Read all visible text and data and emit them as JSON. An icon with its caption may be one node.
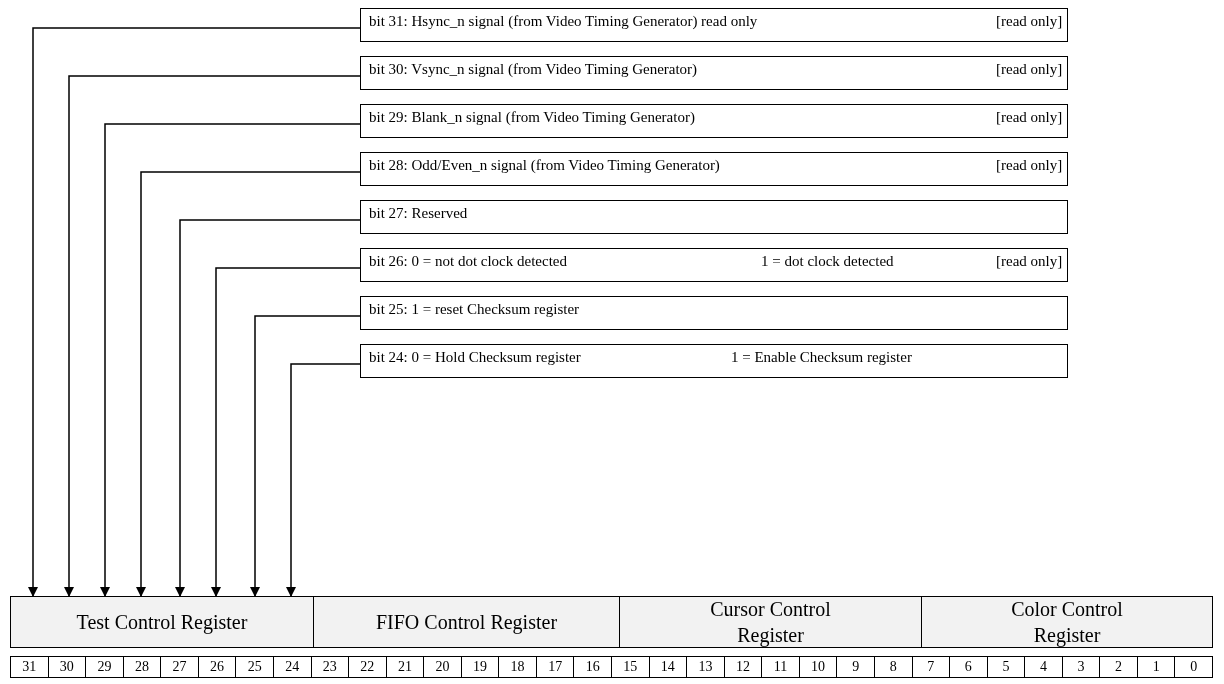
{
  "diagram": {
    "nodes": [
      {
        "text": [
          "bit 31: Hsync_n signal (from Video Timing Generator) read only",
          "[read only]"
        ]
      },
      {
        "text": [
          "bit 30: Vsync_n signal (from Video Timing Generator)",
          "[read only]"
        ]
      },
      {
        "text": [
          "bit 29:  Blank_n signal (from Video Timing Generator)",
          "[read only]"
        ]
      },
      {
        "text": [
          "bit 28:  Odd/Even_n signal (from Video Timing Generator)",
          "[read only]"
        ]
      },
      {
        "text": [
          "bit 27: Reserved"
        ]
      },
      {
        "text": [
          "bit 26: 0 = not dot clock detected",
          "1 = dot clock detected",
          "[read only]"
        ]
      },
      {
        "text": [
          "bit 25:  1 = reset Checksum register"
        ]
      },
      {
        "text": [
          "bit 24:  0 = Hold Checksum register",
          "1 = Enable Checksum register"
        ]
      },
      {
        "text": [
          "Test Control Register"
        ]
      },
      {
        "text": [
          "FIFO Control Register"
        ]
      },
      {
        "text": [
          "Cursor Control Register"
        ]
      },
      {
        "text": [
          "Color Control Register"
        ]
      },
      {
        "text": [
          "31"
        ]
      },
      {
        "text": [
          "30"
        ]
      },
      {
        "text": [
          "29"
        ]
      },
      {
        "text": [
          "28"
        ]
      },
      {
        "text": [
          "27"
        ]
      },
      {
        "text": [
          "26"
        ]
      },
      {
        "text": [
          "25"
        ]
      },
      {
        "text": [
          "24"
        ]
      },
      {
        "text": [
          "23"
        ]
      },
      {
        "text": [
          "22"
        ]
      },
      {
        "text": [
          "21"
        ]
      },
      {
        "text": [
          "20"
        ]
      },
      {
        "text": [
          "19"
        ]
      },
      {
        "text": [
          "18"
        ]
      },
      {
        "text": [
          "17"
        ]
      },
      {
        "text": [
          "16"
        ]
      },
      {
        "text": [
          "15"
        ]
      },
      {
        "text": [
          "14"
        ]
      },
      {
        "text": [
          "13"
        ]
      },
      {
        "text": [
          "12"
        ]
      },
      {
        "text": [
          "11"
        ]
      },
      {
        "text": [
          "10"
        ]
      },
      {
        "text": [
          "9"
        ]
      },
      {
        "text": [
          "8"
        ]
      },
      {
        "text": [
          "7"
        ]
      },
      {
        "text": [
          "6"
        ]
      },
      {
        "text": [
          "5"
        ]
      },
      {
        "text": [
          "4"
        ]
      },
      {
        "text": [
          "3"
        ]
      },
      {
        "text": [
          "2"
        ]
      },
      {
        "text": [
          "1"
        ]
      },
      {
        "text": [
          "0"
        ]
      }
    ],
    "edges": [
      {
        "from": 0,
        "to": 8,
        "arrow": "to"
      },
      {
        "from": 1,
        "to": 8,
        "arrow": "to"
      },
      {
        "from": 2,
        "to": 8,
        "arrow": "to"
      },
      {
        "from": 3,
        "to": 8,
        "arrow": "to"
      },
      {
        "from": 4,
        "to": 8,
        "arrow": "to"
      },
      {
        "from": 5,
        "to": 8,
        "arrow": "to"
      },
      {
        "from": 6,
        "to": 8,
        "arrow": "to"
      },
      {
        "from": 7,
        "to": 8,
        "arrow": "to"
      }
    ]
  }
}
